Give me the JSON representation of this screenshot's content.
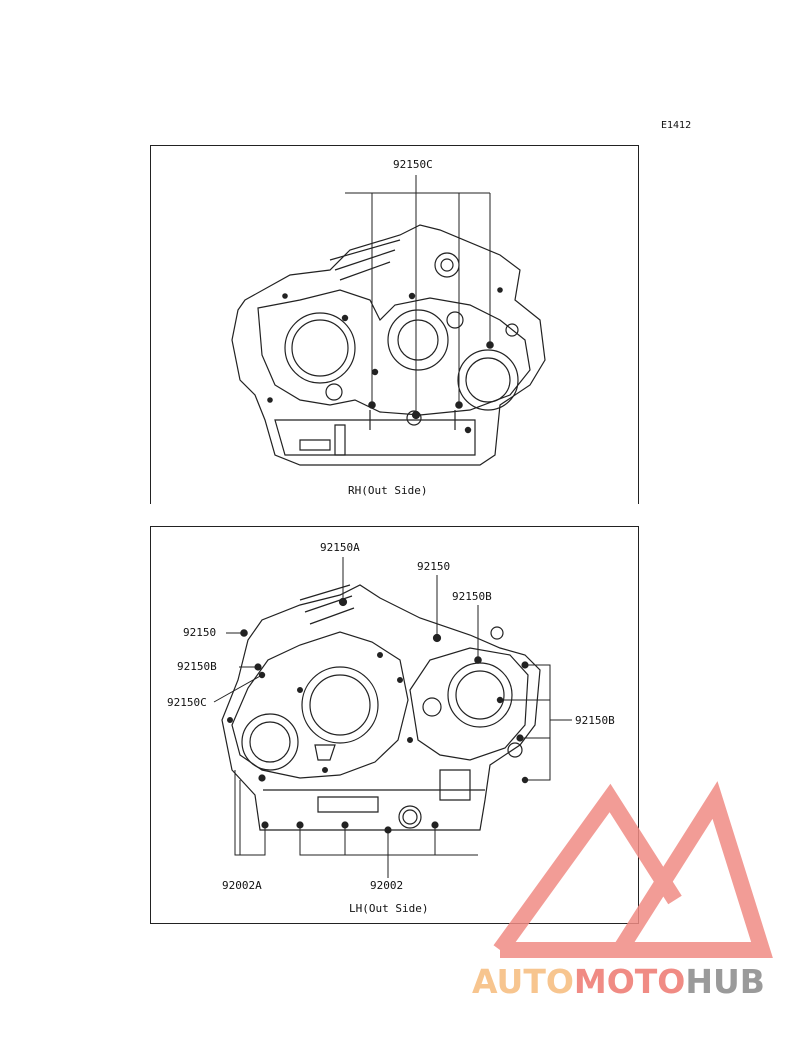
{
  "ref_code": "E1412",
  "rh": {
    "caption": "RH(Out Side)",
    "labels": {
      "p92150C": "92150C"
    }
  },
  "lh": {
    "caption": "LH(Out Side)",
    "labels": {
      "p92150A": "92150A",
      "p92150_top": "92150",
      "p92150B_top": "92150B",
      "p92150_left": "92150",
      "p92150B_left": "92150B",
      "p92150C_left": "92150C",
      "p92150B_right": "92150B",
      "p92002A": "92002A",
      "p92002": "92002"
    }
  },
  "watermark": {
    "part1": "AUTO",
    "part2": "MOTO",
    "part3": "HUB",
    "colors": {
      "light": "#f7c58f",
      "red": "#f08b84",
      "gray": "#9a9a9a"
    }
  }
}
